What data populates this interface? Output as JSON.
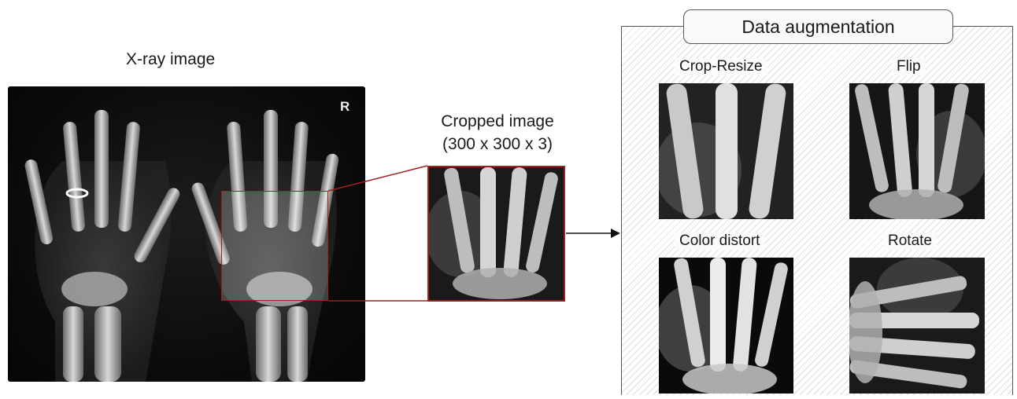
{
  "xray": {
    "title": "X-ray image",
    "marker": "R"
  },
  "cropped": {
    "title_line1": "Cropped image",
    "title_line2": "(300 x 300 x 3)"
  },
  "augmentation": {
    "title": "Data augmentation",
    "items": [
      {
        "label": "Crop-Resize"
      },
      {
        "label": "Flip"
      },
      {
        "label": "Color distort"
      },
      {
        "label": "Rotate"
      }
    ]
  },
  "colors": {
    "crop_highlight": "#a02020",
    "arrow": "#111111",
    "panel_border": "#555555"
  }
}
